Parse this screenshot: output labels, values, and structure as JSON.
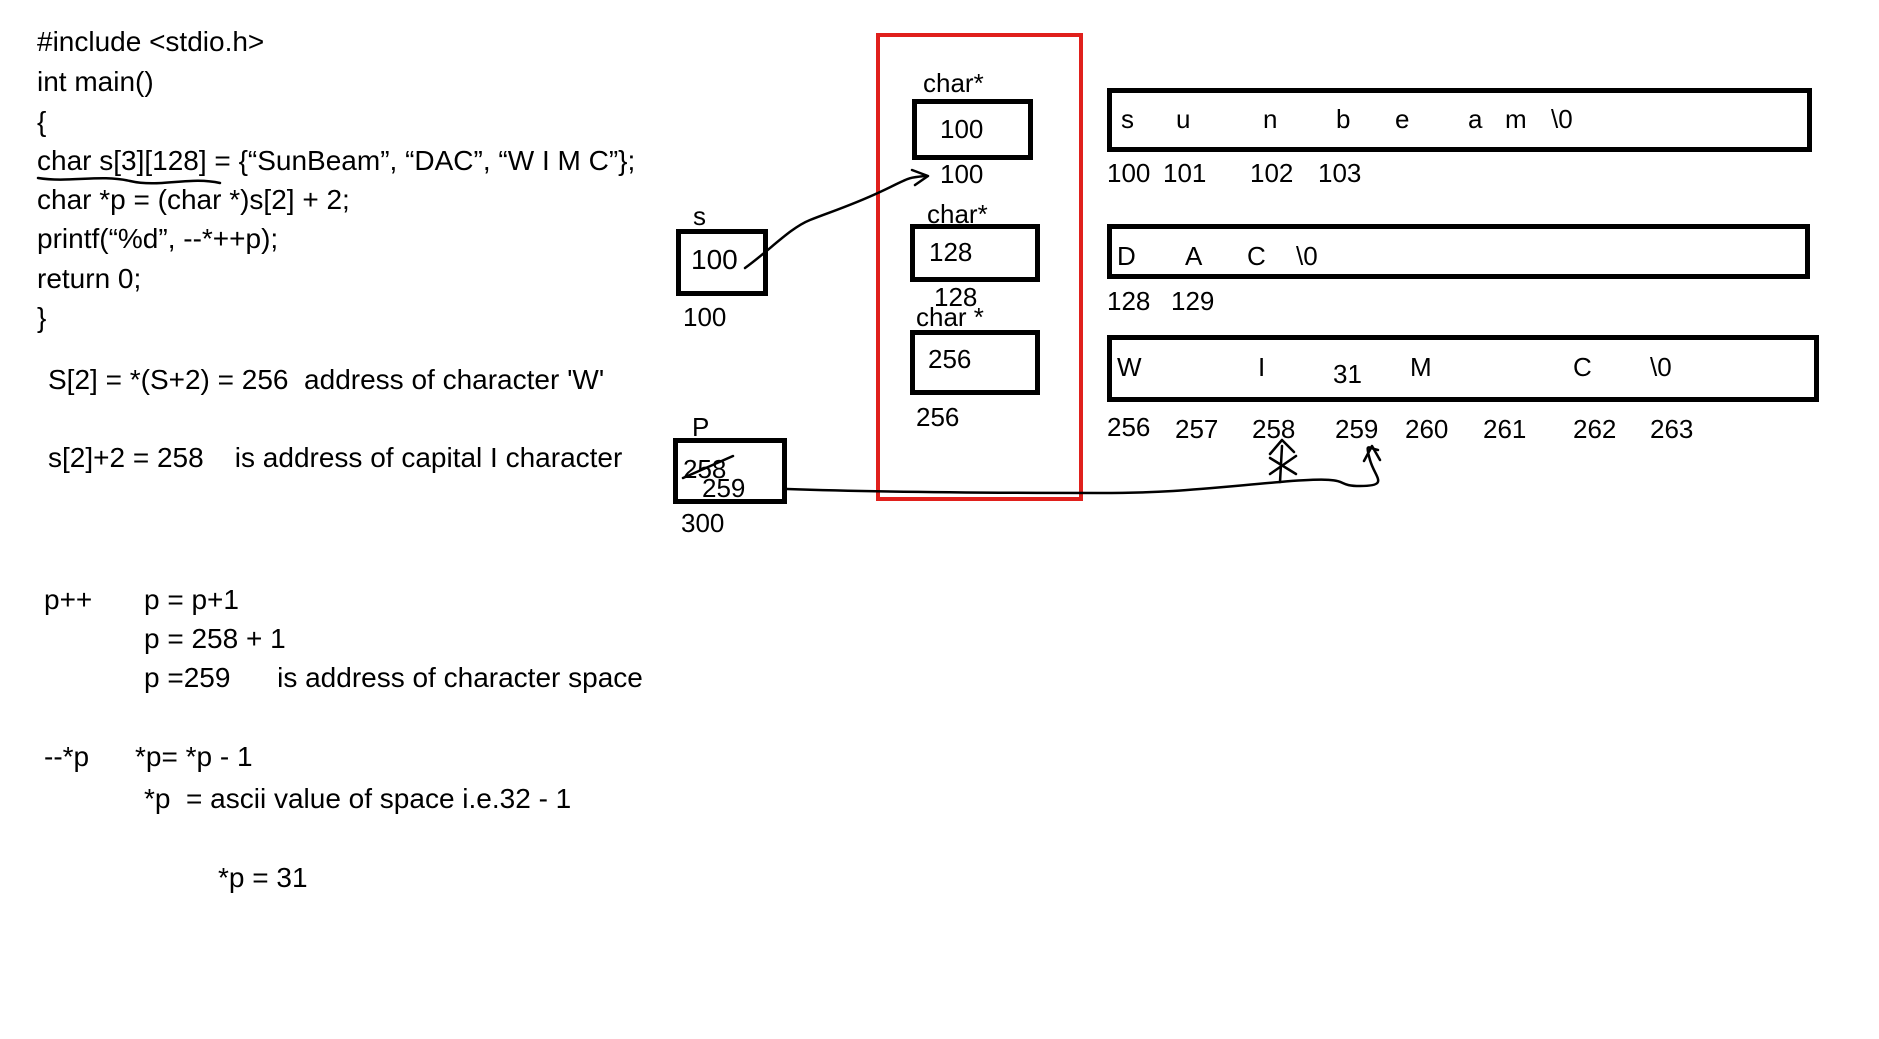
{
  "code": {
    "lines": [
      "#include <stdio.h>",
      "int main()",
      "{",
      "char s[3][128] = {“SunBeam”, “DAC”, “W I M C”};",
      "char *p = (char *)s[2] + 2;",
      "printf(“%d”, --*++p);",
      "return 0;",
      "}"
    ]
  },
  "notes": {
    "s2": "S[2] = *(S+2) = 256  address of character 'W'",
    "s2plus2": "s[2]+2 = 258    is address of capital I character",
    "pinc_label": "p++",
    "pinc_1": "p = p+1",
    "pinc_2": "p = 258 + 1",
    "pinc_3": "p =259      is address of character space",
    "dec_label": "--*p",
    "dec_1": "*p= *p - 1",
    "dec_2": "*p  = ascii value of space i.e.32 - 1",
    "dec_3": "*p = 31"
  },
  "var_s": {
    "name": "s",
    "value": "100",
    "address": "100"
  },
  "var_p": {
    "name": "P",
    "value_old": "258",
    "value_new": "259",
    "address": "300"
  },
  "pointer_array": {
    "type_label": "char*",
    "type_label_3": "char *",
    "items": [
      {
        "value": "100",
        "address": "100"
      },
      {
        "value": "128",
        "address": "128"
      },
      {
        "value": "256",
        "address": "256"
      }
    ]
  },
  "strings": {
    "row1": {
      "chars": [
        "s",
        "u",
        "n",
        "b",
        "e",
        "a",
        "m",
        "\\0"
      ],
      "addrs": [
        "100",
        "101",
        "102",
        "103"
      ]
    },
    "row2": {
      "chars": [
        "D",
        "A",
        "C",
        "\\0"
      ],
      "addrs": [
        "128",
        "129"
      ]
    },
    "row3": {
      "chars": [
        "W",
        "I",
        "31",
        "M",
        "C",
        "\\0"
      ],
      "addrs": [
        "256",
        "257",
        "258",
        "259",
        "260",
        "261",
        "262",
        "263"
      ]
    }
  },
  "colors": {
    "highlight_box": "#e0201c",
    "ink": "#000000"
  }
}
